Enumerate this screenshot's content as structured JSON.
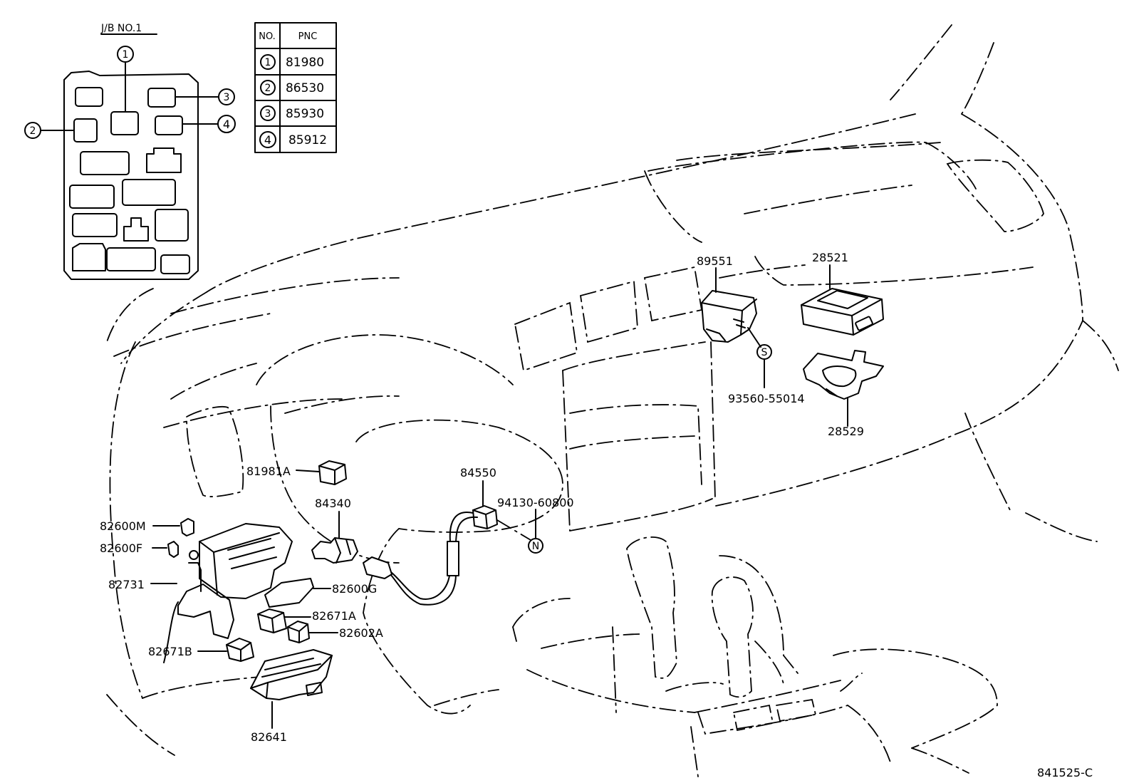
{
  "jb_title": "J/B NO.1",
  "table": {
    "headers": [
      "NO.",
      "PNC"
    ],
    "rows": [
      {
        "no": "1",
        "pnc": "81980"
      },
      {
        "no": "2",
        "pnc": "86530"
      },
      {
        "no": "3",
        "pnc": "85930"
      },
      {
        "no": "4",
        "pnc": "85912"
      }
    ]
  },
  "callouts": {
    "c1": "1",
    "c2": "2",
    "c3": "3",
    "c4": "4",
    "s": "S",
    "n": "N"
  },
  "labels": {
    "p89551": "89551",
    "p28521": "28521",
    "p93560": "93560-55014",
    "p28529": "28529",
    "p81981a": "81981A",
    "p84550": "84550",
    "p84340": "84340",
    "p94130": "94130-60800",
    "p82600m": "82600M",
    "p82600f": "82600F",
    "p82731": "82731",
    "p82600g": "82600G",
    "p82671a": "82671A",
    "p82602a": "82602A",
    "p82671b": "82671B",
    "p82641": "82641"
  },
  "figure_code": "841525-C"
}
